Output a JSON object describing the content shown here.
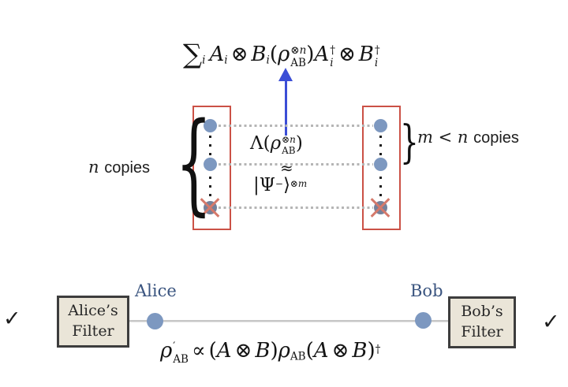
{
  "colors": {
    "background": "#ffffff",
    "accent_red_rect": "#cb5146",
    "dot_blue": "#7d98c0",
    "crossed_dot_gray": "#75819b",
    "x_mark_red": "#d5796b",
    "arrow_blue": "#3b4ed6",
    "party_navy": "#3a547f",
    "filter_box_bg": "#eae5d8",
    "filter_box_border": "#3d3d3d",
    "dotted_line_gray": "#b5b5b5",
    "wire_gray": "#c7c7c7"
  },
  "top_formula": {
    "sum": "∑",
    "sum_sub": "i",
    "A1": "A",
    "A1_sub": "i",
    "otimes1": "⊗",
    "B1": "B",
    "B1_sub": "i",
    "lparen": "(",
    "rho": "ρ",
    "rho_sup": "⊗n",
    "rho_sub": "AB",
    "rparen": ")",
    "A2": "A",
    "A2_sup": "†",
    "A2_sub": "i",
    "otimes2": "⊗",
    "B2": "B",
    "B2_sup": "†",
    "B2_sub": "i"
  },
  "diagram": {
    "left_brace": "{",
    "right_brace": "}",
    "n_copies_math": "n",
    "n_copies_word": "copies",
    "m_copies_math": "m < n",
    "m_copies_word": "copies",
    "lambda": {
      "head": "Λ(",
      "rho": "ρ",
      "rho_sup": "⊗n",
      "rho_sub": "AB",
      "tail": ")"
    },
    "approx": "≈",
    "psi": {
      "open": "|Ψ",
      "minus": "−",
      "ket": "⟩",
      "sup": "⊗m"
    }
  },
  "bottom": {
    "check_left": "✓",
    "check_right": "✓",
    "alice_label": "Alice",
    "bob_label": "Bob",
    "alice_box_line1": "Alice’s",
    "alice_box_line2": "Filter",
    "bob_box_line1": "Bob’s",
    "bob_box_line2": "Filter",
    "formula": {
      "rho1": "ρ",
      "rho1_sup": "′",
      "rho1_sub": "AB",
      "propto": "∝",
      "lp1": "(",
      "A1": "A",
      "ot1": "⊗",
      "B1": "B",
      "rp1": ")",
      "rho2": "ρ",
      "rho2_sub": "AB",
      "lp2": "(",
      "A2": "A",
      "ot2": "⊗",
      "B2": "B",
      "rp2": ")",
      "dagger": "†"
    }
  }
}
